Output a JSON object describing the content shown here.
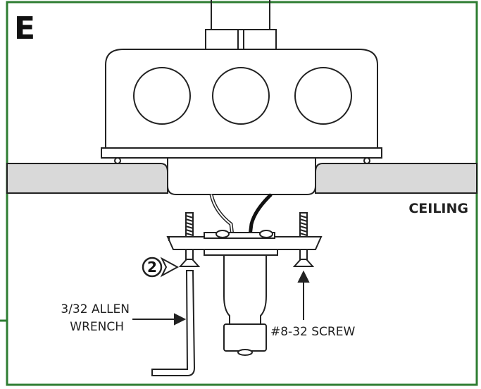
{
  "panel": {
    "step_letter": "E",
    "border_color": "#2e7d32"
  },
  "labels": {
    "ceiling": "CEILING",
    "wrench_line1": "3/32 ALLEN",
    "wrench_line2": "WRENCH",
    "screw": "#8-32 SCREW",
    "callout_number": "2"
  }
}
